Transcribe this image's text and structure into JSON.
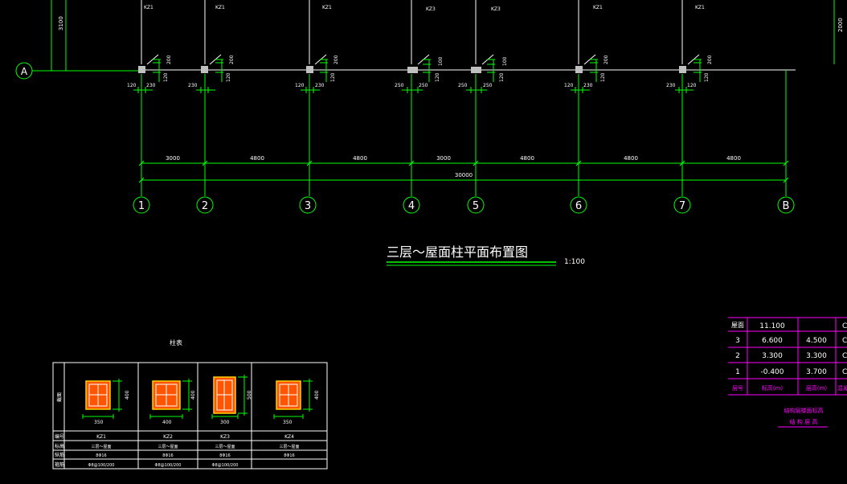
{
  "colors": {
    "background": "#000000",
    "axis_line": "#00ff00",
    "beam_line": "#ffffff",
    "column": "#c0c0c0",
    "table_line": "#ff00ff",
    "section_fill": "#ff5500",
    "section_border": "#ffd000",
    "rebar": "#ffffff"
  },
  "axis_a": {
    "label": "A",
    "dim": "3100"
  },
  "axis_b": {
    "label": "B",
    "dim": "2000"
  },
  "columns": [
    {
      "axis": "1",
      "type": "KZ1",
      "left": "120",
      "right": "230",
      "up": "200",
      "down": "120"
    },
    {
      "axis": "2",
      "type": "KZ1",
      "left": "230",
      "right": "",
      "up": "200",
      "down": "120"
    },
    {
      "axis": "3",
      "type": "KZ1",
      "left": "120",
      "right": "230",
      "up": "200",
      "down": "120"
    },
    {
      "axis": "4",
      "type": "KZ3",
      "left": "250",
      "right": "250",
      "up": "100",
      "down": "120"
    },
    {
      "axis": "5",
      "type": "KZ3",
      "left": "250",
      "right": "250",
      "up": "100",
      "down": "120"
    },
    {
      "axis": "6",
      "type": "KZ1",
      "left": "120",
      "right": "230",
      "up": "200",
      "down": "120"
    },
    {
      "axis": "7",
      "type": "KZ1",
      "left": "230",
      "right": "120",
      "up": "200",
      "down": "120"
    }
  ],
  "spans": [
    "3000",
    "4800",
    "4800",
    "3000",
    "4800",
    "4800",
    "4800"
  ],
  "total": "30000",
  "title": "三层～屋面柱平面布置图",
  "scale": "1:100",
  "column_table": {
    "title": "柱表",
    "row_labels": [
      "截面",
      "编号",
      "标高",
      "纵筋",
      "箍筋"
    ],
    "columns": [
      {
        "id": "KZ1",
        "width": "350",
        "height": "400",
        "elevation": "三层～屋面",
        "bars": "8Φ16",
        "stirrup": "Φ8@100/200"
      },
      {
        "id": "KZ2",
        "width": "400",
        "height": "400",
        "elevation": "三层～屋面",
        "bars": "8Φ16",
        "stirrup": "Φ8@100/200"
      },
      {
        "id": "KZ3",
        "width": "300",
        "height": "500",
        "elevation": "三层～屋面",
        "bars": "8Φ16",
        "stirrup": "Φ8@100/200"
      },
      {
        "id": "KZ4",
        "width": "350",
        "height": "400",
        "elevation": "三层～屋面",
        "bars": "8Φ16",
        "stirrup": ""
      }
    ]
  },
  "level_table": {
    "rows": [
      {
        "floor": "屋面",
        "elevation": "11.100",
        "height": "",
        "extra": "C"
      },
      {
        "floor": "3",
        "elevation": "6.600",
        "height": "4.500",
        "extra": "C"
      },
      {
        "floor": "2",
        "elevation": "3.300",
        "height": "3.300",
        "extra": "C"
      },
      {
        "floor": "1",
        "elevation": "-0.400",
        "height": "3.700",
        "extra": "C"
      }
    ],
    "header": {
      "floor": "层号",
      "elevation": "标高(m)",
      "height": "层高(m)",
      "extra": "混凝"
    },
    "caption_1": "结构层楼面标高",
    "caption_2": "结 构 层 高"
  }
}
